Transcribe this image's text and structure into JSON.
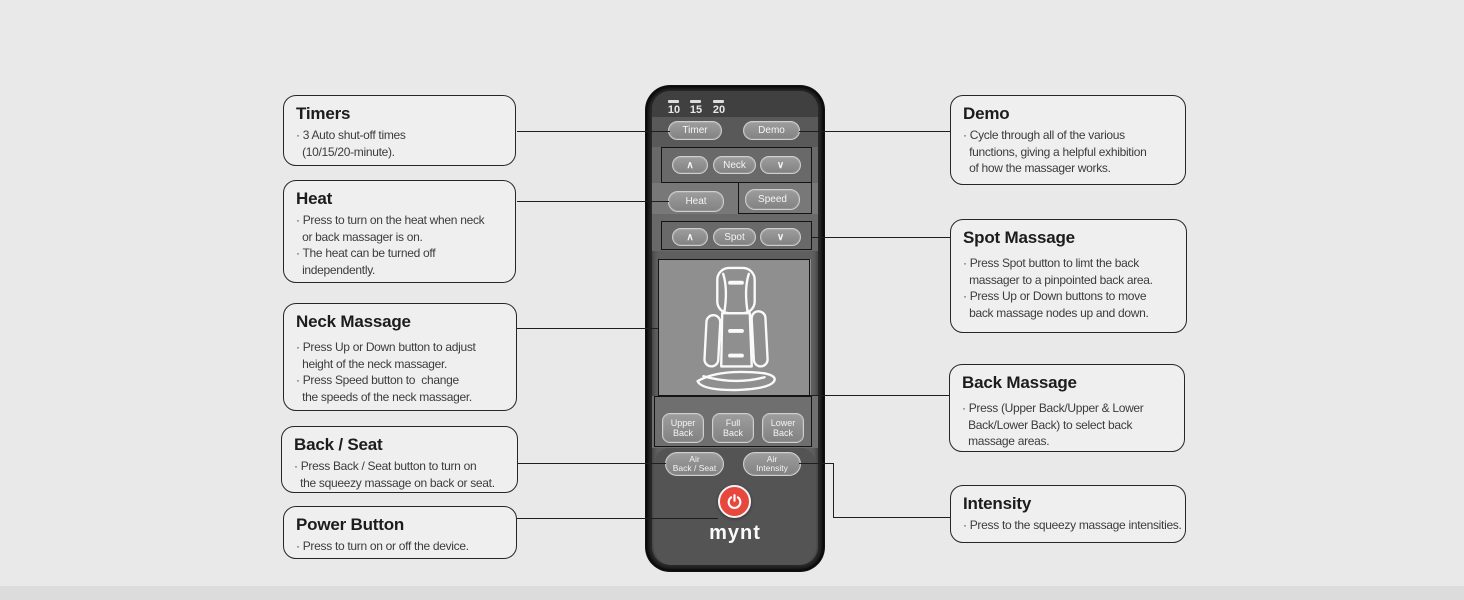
{
  "left_callouts": [
    {
      "title": "Timers",
      "body": "· 3 Auto shut-off times\n  (10/15/20-minute)."
    },
    {
      "title": "Heat",
      "body": "· Press to turn on the heat when neck\n  or back massager is on.\n· The heat can be turned off\n  independently."
    },
    {
      "title": "Neck Massage",
      "body": "· Press Up or Down button to adjust\n  height of the neck massager.\n· Press Speed button to  change\n  the speeds of the neck massager."
    },
    {
      "title": "Back / Seat",
      "body": "· Press Back / Seat button to turn on\n  the squeezy massage on back or seat."
    },
    {
      "title": "Power Button",
      "body": "· Press to turn on or off the device."
    }
  ],
  "right_callouts": [
    {
      "title": "Demo",
      "body": "· Cycle through all of the various\n  functions, giving a helpful exhibition\n  of how the massager works."
    },
    {
      "title": "Spot Massage",
      "body": "· Press Spot button to limt the back\n  massager to a pinpointed back area.\n· Press Up or Down buttons to move\n  back massage nodes up and down."
    },
    {
      "title": "Back Massage",
      "body": "· Press (Upper Back/Upper & Lower\n  Back/Lower Back) to select back\n  massage areas."
    },
    {
      "title": "Intensity",
      "body": "· Press to the squeezy massage intensities."
    }
  ],
  "remote": {
    "timer_leds": {
      "t10": "10",
      "t15": "15",
      "t20": "20"
    },
    "buttons": {
      "timer": "Timer",
      "demo": "Demo",
      "neck_up": "∧",
      "neck": "Neck",
      "neck_down": "∨",
      "heat": "Heat",
      "speed": "Speed",
      "spot_up": "∧",
      "spot": "Spot",
      "spot_down": "∨",
      "upper_back": "Upper\nBack",
      "full_back": "Full\nBack",
      "lower_back": "Lower\nBack",
      "air_back_seat": "Air\nBack / Seat",
      "air_intensity": "Air\nIntensity"
    },
    "logo": "mynt"
  },
  "colors": {
    "page_bg": "#e9e9e9",
    "power_red": "#e8473e",
    "line": "#1f1f1f"
  }
}
